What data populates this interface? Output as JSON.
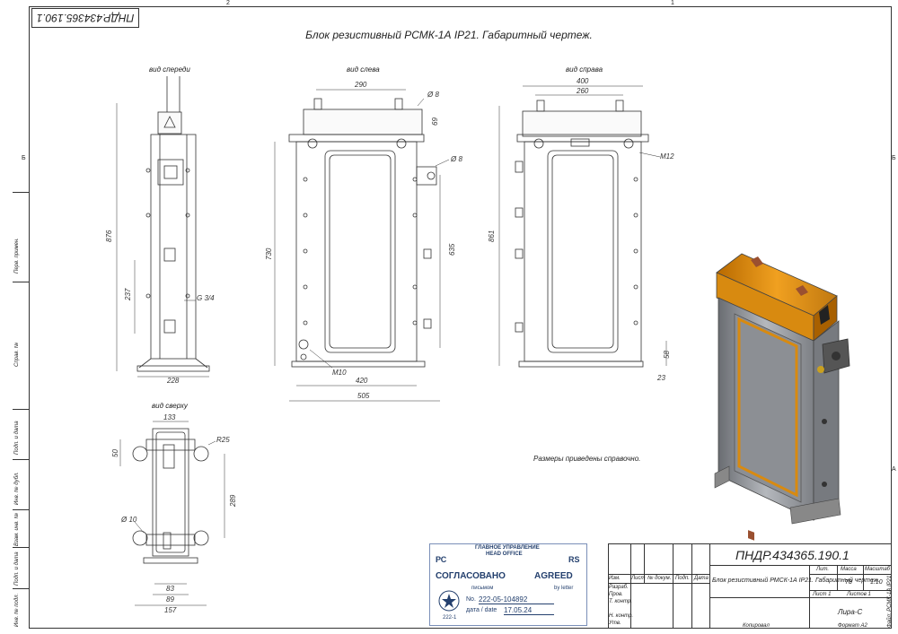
{
  "doc_code": "ПНДР.434365.190.1",
  "title": "Блок резистивный РСМК-1А IP21. Габаритный чертеж.",
  "zones": {
    "top": [
      "2",
      "1"
    ],
    "side": [
      "Б",
      "А"
    ]
  },
  "views": {
    "front": "вид спереди",
    "left": "вид слева",
    "right": "вид справа",
    "top": "вид сверху"
  },
  "dimensions": {
    "front": {
      "height": "876",
      "pitch": "237",
      "thread": "G 3/4",
      "width": "228"
    },
    "left": {
      "top_width": "290",
      "hole": "Ø 8",
      "top_h": "69",
      "side_hole": "Ø 8",
      "h1": "730",
      "h2": "635",
      "bolt": "M10",
      "w1": "420",
      "w2": "505"
    },
    "right": {
      "w1": "400",
      "w2": "260",
      "bolt": "M12",
      "height": "861",
      "base_h": "58",
      "base_w": "23"
    },
    "top": {
      "w_top": "133",
      "radius": "R25",
      "offset": "50",
      "length": "289",
      "hole": "Ø 10",
      "w1": "83",
      "w2": "89",
      "w3": "157"
    }
  },
  "note": "Размеры приведены справочно.",
  "left_strip": [
    "Перв. примен.",
    "Справ. №",
    "Подп. и дата",
    "Инв. № дубл.",
    "Взам. инв. №",
    "Подп. и дата",
    "Инв. № подл."
  ],
  "stamp": {
    "org_ru": "ГЛАВНОЕ УПРАВЛЕНИЕ",
    "org_en": "HEAD OFFICE",
    "rc": "РС",
    "rs": "RS",
    "agreed_ru": "СОГЛАСОВАНО",
    "agreed_en": "AGREED",
    "letter_ru": "письмом",
    "letter_en": "by letter",
    "no_label": "No.",
    "no_value": "222-05-104892",
    "date_label": "дата / date",
    "date_value": "17.05.24",
    "seal_code": "222-1"
  },
  "title_block": {
    "code": "ПНДР.434365.190.1",
    "name": "Блок резистивный РМСК-1А IP21. Габаритный чертеж.",
    "col_heads": [
      "Изм.",
      "Лист",
      "№ докум.",
      "Подп.",
      "Дата"
    ],
    "roles": [
      "Разраб.",
      "Пров.",
      "Т. контр.",
      "",
      "Н. контр.",
      "Утв."
    ],
    "lit_label": "Лит.",
    "mass_label": "Масса",
    "scale_label": "Масштаб",
    "mass": "78",
    "scale": "1:10",
    "sheet": "Лист 1",
    "sheets": "Листов 1",
    "company": "Лира-С",
    "copied": "Копировал",
    "format": "Формат А2",
    "file": "Файл: РСМК-1А IP21"
  }
}
